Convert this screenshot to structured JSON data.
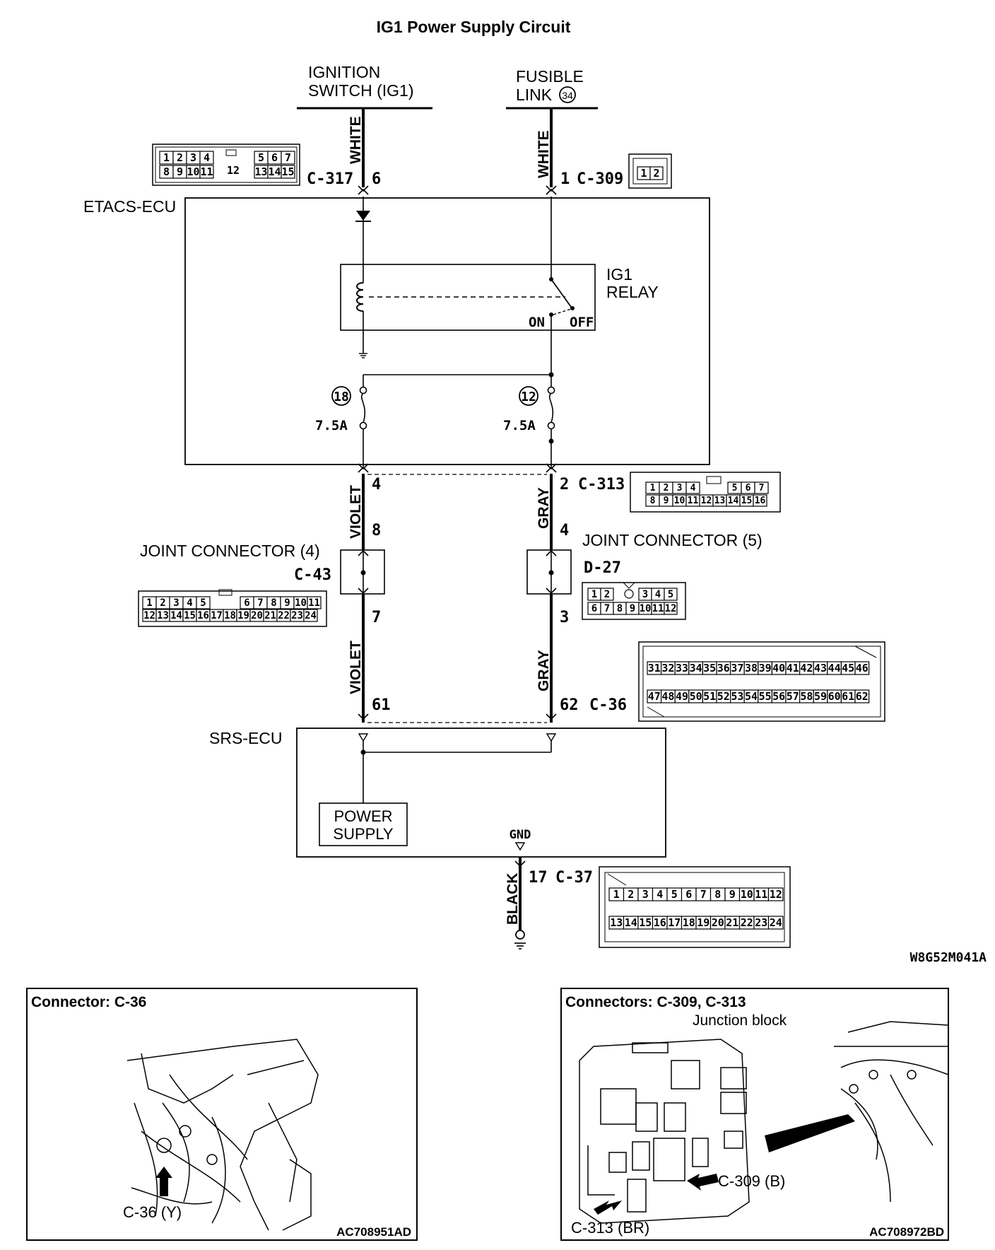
{
  "title": "IG1 Power Supply Circuit",
  "ref_main": "W8G52M041A",
  "sources": {
    "ignition": [
      "IGNITION",
      "SWITCH (IG1)"
    ],
    "fusible": [
      "FUSIBLE",
      "LINK"
    ],
    "fusible_num": "34"
  },
  "wires": {
    "white_left": "WHITE",
    "white_right": "WHITE",
    "violet_upper": "VIOLET",
    "gray_upper": "GRAY",
    "violet_lower": "VIOLET",
    "gray_lower": "GRAY",
    "black": "BLACK"
  },
  "connectors": {
    "c317": "C-317",
    "c317_pin": "6",
    "c309": "C-309",
    "c309_pin": "1",
    "c313": "C-313",
    "c313_pin_left": "4",
    "c313_pin_right": "2",
    "c43": "C-43",
    "c43_pin_top": "8",
    "c43_pin_bottom": "7",
    "d27": "D-27",
    "d27_pin_top": "4",
    "d27_pin_bottom": "3",
    "c36": "C-36",
    "c36_pin_left": "61",
    "c36_pin_right": "62",
    "c37": "C-37",
    "c37_pin": "17"
  },
  "components": {
    "etacs": "ETACS-ECU",
    "relay": [
      "IG1",
      "RELAY"
    ],
    "relay_on": "ON",
    "relay_off": "OFF",
    "fuse_left_num": "18",
    "fuse_right_num": "12",
    "fuse_left_rating": "7.5A",
    "fuse_right_rating": "7.5A",
    "joint4": "JOINT CONNECTOR (4)",
    "joint5": "JOINT CONNECTOR (5)",
    "srs": "SRS-ECU",
    "power_supply": [
      "POWER",
      "SUPPLY"
    ],
    "gnd": "GND"
  },
  "pin_tables": {
    "c317": {
      "row1": [
        "1",
        "2",
        "3",
        "4",
        "5",
        "6",
        "7"
      ],
      "row2": [
        "8",
        "9",
        "10",
        "11",
        "13",
        "14",
        "15"
      ],
      "center": "12"
    },
    "c309": [
      "1",
      "2"
    ],
    "c313": {
      "row1": [
        "1",
        "2",
        "3",
        "4",
        "5",
        "6",
        "7"
      ],
      "row2": [
        "8",
        "9",
        "10",
        "11",
        "12",
        "13",
        "14",
        "15",
        "16"
      ]
    },
    "c43": {
      "row1": [
        "1",
        "2",
        "3",
        "4",
        "5",
        "6",
        "7",
        "8",
        "9",
        "10",
        "11"
      ],
      "row2": [
        "12",
        "13",
        "14",
        "15",
        "16",
        "17",
        "18",
        "19",
        "20",
        "21",
        "22",
        "23",
        "24"
      ]
    },
    "d27": {
      "row1": [
        "1",
        "2",
        "3",
        "4",
        "5"
      ],
      "row2": [
        "6",
        "7",
        "8",
        "9",
        "10",
        "11",
        "12"
      ]
    },
    "c36": {
      "row1": [
        "31",
        "32",
        "33",
        "34",
        "35",
        "36",
        "37",
        "38",
        "39",
        "40",
        "41",
        "42",
        "43",
        "44",
        "45",
        "46"
      ],
      "row2": [
        "47",
        "48",
        "49",
        "50",
        "51",
        "52",
        "53",
        "54",
        "55",
        "56",
        "57",
        "58",
        "59",
        "60",
        "61",
        "62"
      ]
    },
    "c37": {
      "row1": [
        "1",
        "2",
        "3",
        "4",
        "5",
        "6",
        "7",
        "8",
        "9",
        "10",
        "11",
        "12"
      ],
      "row2": [
        "13",
        "14",
        "15",
        "16",
        "17",
        "18",
        "19",
        "20",
        "21",
        "22",
        "23",
        "24"
      ]
    }
  },
  "panel_left": {
    "title": "Connector: C-36",
    "callout": "C-36 (Y)",
    "ref": "AC708951AD"
  },
  "panel_right": {
    "title": "Connectors: C-309, C-313",
    "subtitle": "Junction block",
    "callout_a": "C-309 (B)",
    "callout_b": "C-313 (BR)",
    "ref": "AC708972BD"
  }
}
